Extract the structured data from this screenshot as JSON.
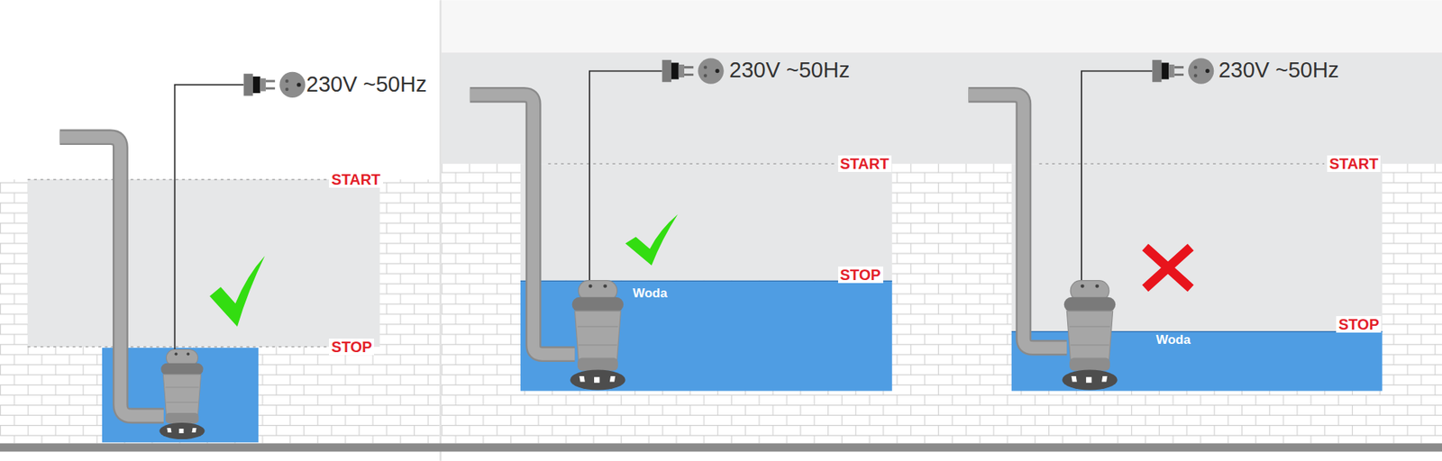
{
  "diagram": {
    "labels": [
      "230V ~50Hz",
      "START",
      "STOP",
      "230V ~50Hz",
      "START",
      "STOP",
      "Woda",
      "230V ~50Hz",
      "START",
      "STOP",
      "Woda"
    ]
  }
}
